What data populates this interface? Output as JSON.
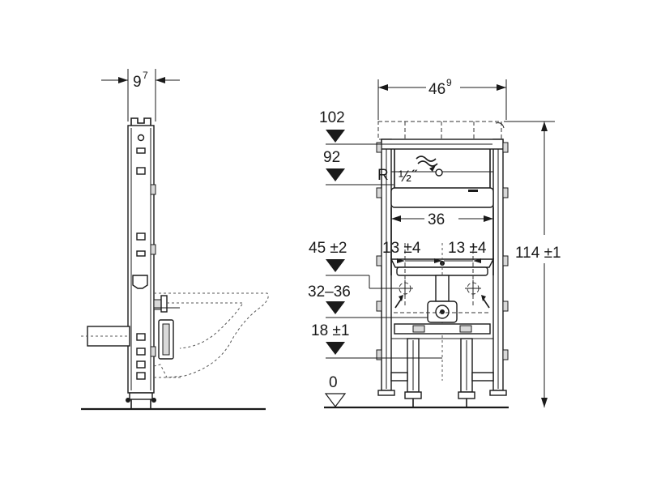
{
  "side_view": {
    "depth_main": "9",
    "depth_sup": "7"
  },
  "front_view": {
    "width_main": "46",
    "width_sup": "9",
    "heights": {
      "h102": "102",
      "h92": "92",
      "h45": "45 ±2",
      "h32": "32–36",
      "h18": "18 ±1",
      "h0": "0"
    },
    "supply_label_r": "R",
    "supply_label_size": "½˝",
    "spacing_36": "36",
    "offset_left": "13 ±4",
    "offset_right": "13 ±4",
    "total_height": "114 ±1"
  }
}
